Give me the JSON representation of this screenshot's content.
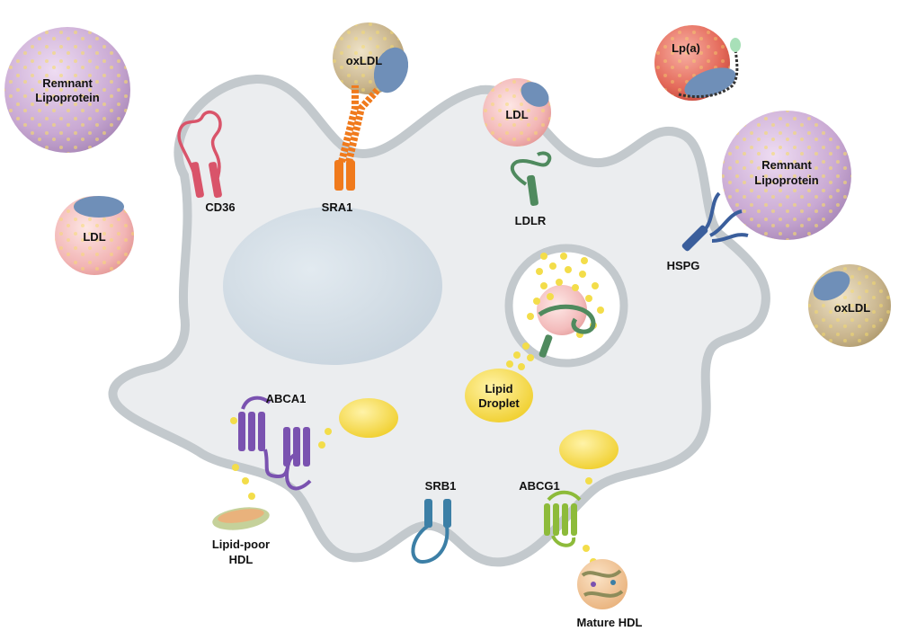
{
  "labels": {
    "remnant_left_line1": "Remnant",
    "remnant_left_line2": "Lipoprotein",
    "remnant_right_line1": "Remnant",
    "remnant_right_line2": "Lipoprotein",
    "oxldl_top": "oxLDL",
    "oxldl_right": "oxLDL",
    "ldl_top": "LDL",
    "ldl_left": "LDL",
    "lpa": "Lp(a)",
    "cd36": "CD36",
    "sra1": "SRA1",
    "ldlr": "LDLR",
    "hspg": "HSPG",
    "abca1": "ABCA1",
    "srb1": "SRB1",
    "abcg1": "ABCG1",
    "lipid_droplet_line1": "Lipid",
    "lipid_droplet_line2": "Droplet",
    "lipid_poor_hdl_line1": "Lipid-poor",
    "lipid_poor_hdl_line2": "HDL",
    "mature_hdl": "Mature HDL"
  },
  "colors": {
    "cell_fill": "#eceef0",
    "cell_outline": "#c3c9cd",
    "nucleus": "#d3dde6",
    "remnant": "#c9a9d3",
    "ldl": "#f2b5b5",
    "oxldl": "#c8b48c",
    "lpa": "#e46a5a",
    "apo_b": "#6f8fb8",
    "lipid_dot": "#f3dd4a",
    "cd36": "#d9546a",
    "sra1": "#f07a1c",
    "ldlr": "#4f8a5e",
    "hspg": "#3a5e9c",
    "abca1": "#7a52b0",
    "srb1": "#3c7fa6",
    "abcg1": "#8dbb3a"
  }
}
